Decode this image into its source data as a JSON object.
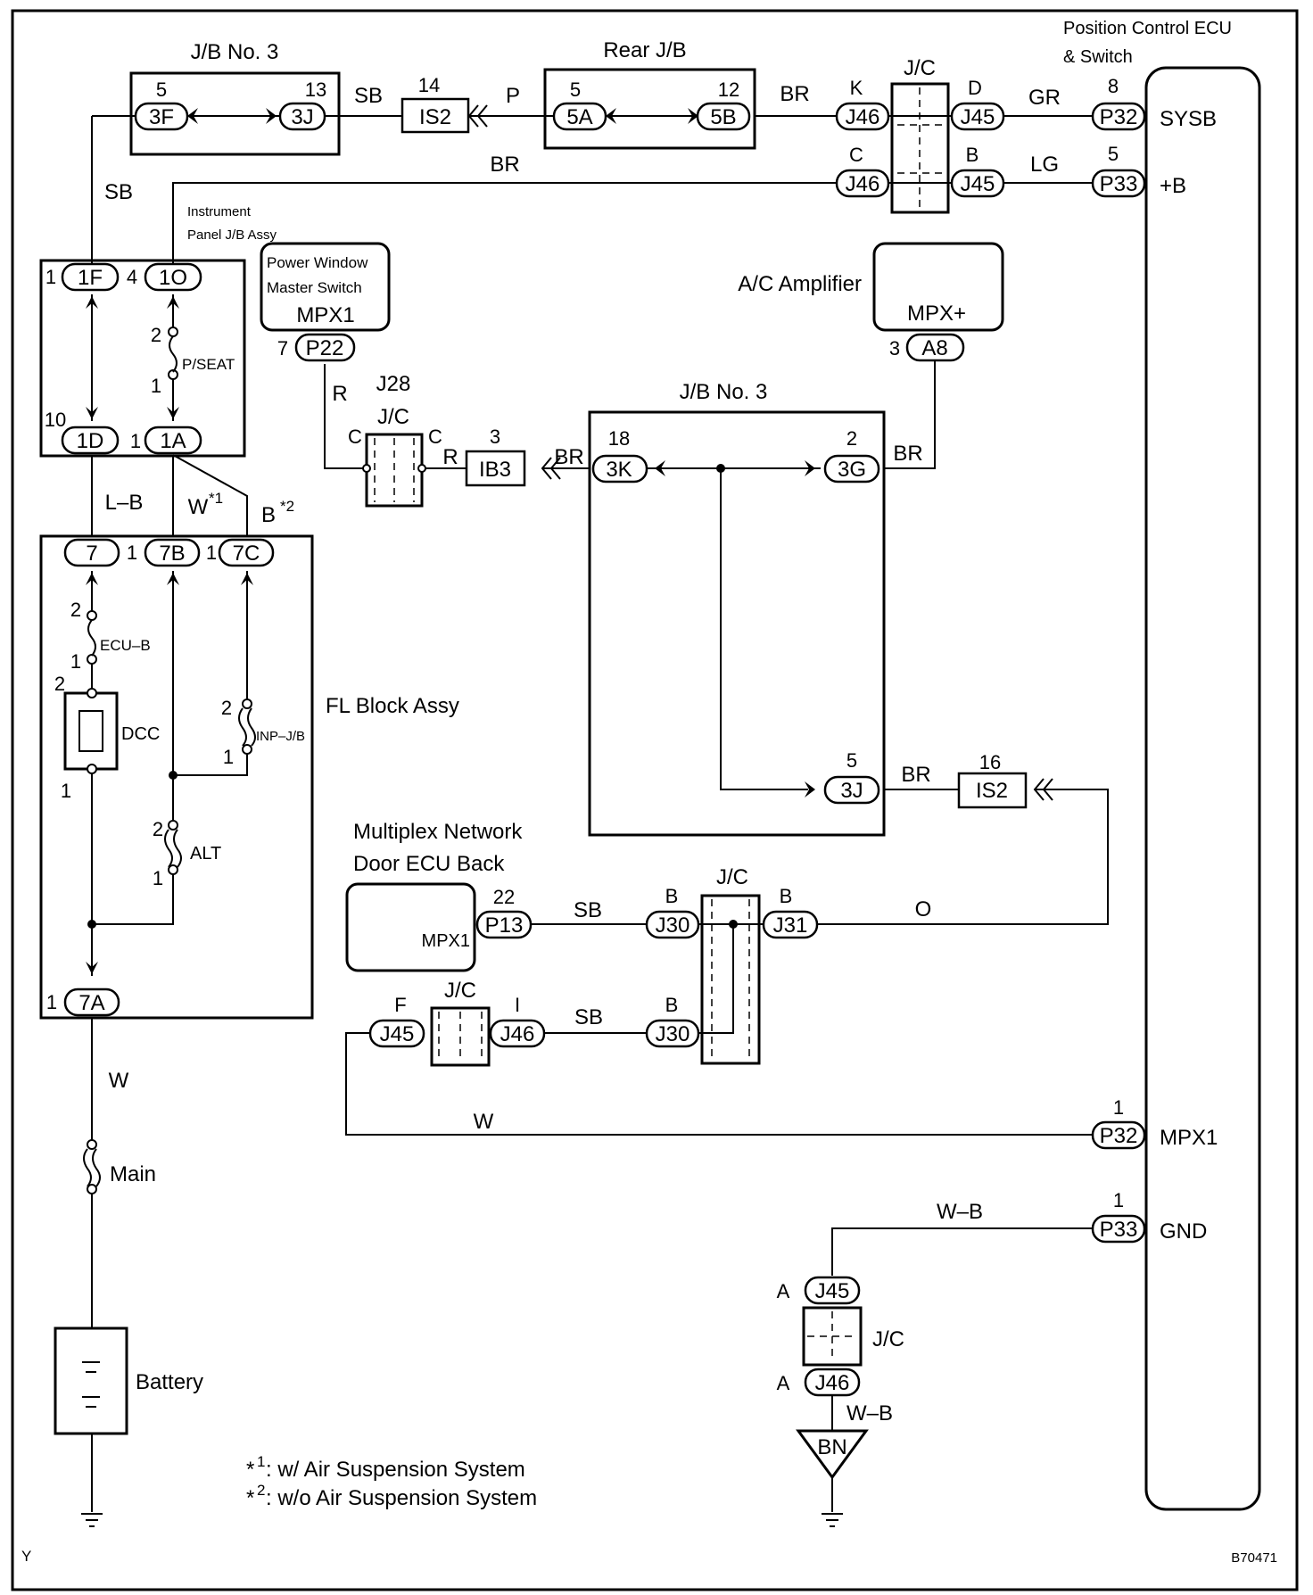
{
  "page": {
    "figure_id": "B70471",
    "corner_mark": "Y"
  },
  "components": {
    "ecu_name_1": "Position Control ECU",
    "ecu_name_2": "& Switch",
    "jb3_top": "J/B No. 3",
    "rear_jb": "Rear J/B",
    "jc_top": "J/C",
    "ipjb_1": "Instrument",
    "ipjb_2": "Panel J/B Assy",
    "pw_1": "Power Window",
    "pw_2": "Master Switch",
    "pw_mpx": "MPX1",
    "ac_amp": "A/C Amplifier",
    "ac_mpx": "MPX+",
    "j28": "J28",
    "j28_jc": "J/C",
    "jb3_mid": "J/B No. 3",
    "fl_block": "FL Block Assy",
    "mpx_ecu_1": "Multiplex Network",
    "mpx_ecu_2": "Door ECU Back",
    "mpx_ecu_mpx": "MPX1",
    "jc_mid": "J/C",
    "jc_low": "J/C",
    "jc_gnd": "J/C",
    "ground_point": "BN",
    "battery": "Battery",
    "dcc": "DCC",
    "main_fuse": "Main"
  },
  "fuses": {
    "ecu_b": "ECU–B",
    "inp_jb": "INP–J/B",
    "alt": "ALT",
    "p_seat": "P/SEAT"
  },
  "connectors": {
    "c3F": "3F",
    "c3J_top": "3J",
    "cIS2_top": "IS2",
    "c5A": "5A",
    "c5B": "5B",
    "cJ46_k": "J46",
    "cJ45_d": "J45",
    "cP32_8": "P32",
    "cJ46_c": "J46",
    "cJ45_b": "J45",
    "cP33_5": "P33",
    "c1F": "1F",
    "c1O": "1O",
    "c1D": "1D",
    "c1A": "1A",
    "cP22": "P22",
    "cA8": "A8",
    "cIB3": "IB3",
    "c3K": "3K",
    "c3G": "3G",
    "c3J_mid": "3J",
    "cIS2_mid": "IS2",
    "c7": "7",
    "c7B": "7B",
    "c7C": "7C",
    "c7A": "7A",
    "cP13": "P13",
    "cJ30_a": "J30",
    "cJ31": "J31",
    "cJ45_f": "J45",
    "cJ46_i": "J46",
    "cJ30_b": "J30",
    "cP32_1": "P32",
    "cP33_1": "P33",
    "cJ45_a": "J45",
    "cJ46_a": "J46"
  },
  "pins": {
    "p3F": "5",
    "p3J": "13",
    "pIS2t": "14",
    "p5A": "5",
    "p5B": "12",
    "pK": "K",
    "pD": "D",
    "p8": "8",
    "pC": "C",
    "pB": "B",
    "p5": "5",
    "p1F": "1",
    "p1O": "4",
    "p1D": "10",
    "p1A": "1",
    "pSeat2": "2",
    "pSeat1": "1",
    "pP22": "7",
    "pA8": "3",
    "pJ28c1": "C",
    "pJ28c2": "C",
    "pIB3": "3",
    "p3K": "18",
    "p3G": "2",
    "p3Jm": "5",
    "pIS2m": "16",
    "p7": "1",
    "p7C": "1",
    "p7A": "1",
    "pEcu2": "2",
    "pEcu1": "1",
    "pDcc2": "2",
    "pDcc1": "1",
    "pInp2": "2",
    "pInp1": "1",
    "pAlt2": "2",
    "pAlt1": "1",
    "pP13": "22",
    "pJ30a": "B",
    "pJ31": "B",
    "pJ45f": "F",
    "pJ46i": "I",
    "pJ30b": "B",
    "pP32_1": "1",
    "pP33_1": "1",
    "pJ45a": "A",
    "pJ46a": "A"
  },
  "wires": {
    "sb1": "SB",
    "p": "P",
    "br1": "BR",
    "gr": "GR",
    "br2": "BR",
    "lg": "LG",
    "sb2": "SB",
    "r1": "R",
    "r2": "R",
    "br3": "BR",
    "br4": "BR",
    "br5": "BR",
    "o": "O",
    "sb3": "SB",
    "sb4": "SB",
    "lb": "L–B",
    "w_star": "W",
    "b_star": "B",
    "w1": "W",
    "w2": "W",
    "wb1": "W–B",
    "wb2": "W–B"
  },
  "pin_functions": {
    "sysb": "SYSB",
    "plus_b": "+B",
    "mpx1": "MPX1",
    "gnd": "GND"
  },
  "footnotes": {
    "mark1": "*",
    "sup1": "1",
    "fn1": ": w/ Air Suspension System",
    "mark2": "*",
    "sup2": "2",
    "fn2": ": w/o Air Suspension System",
    "w_sup": "*1",
    "b_sup": "*2"
  }
}
